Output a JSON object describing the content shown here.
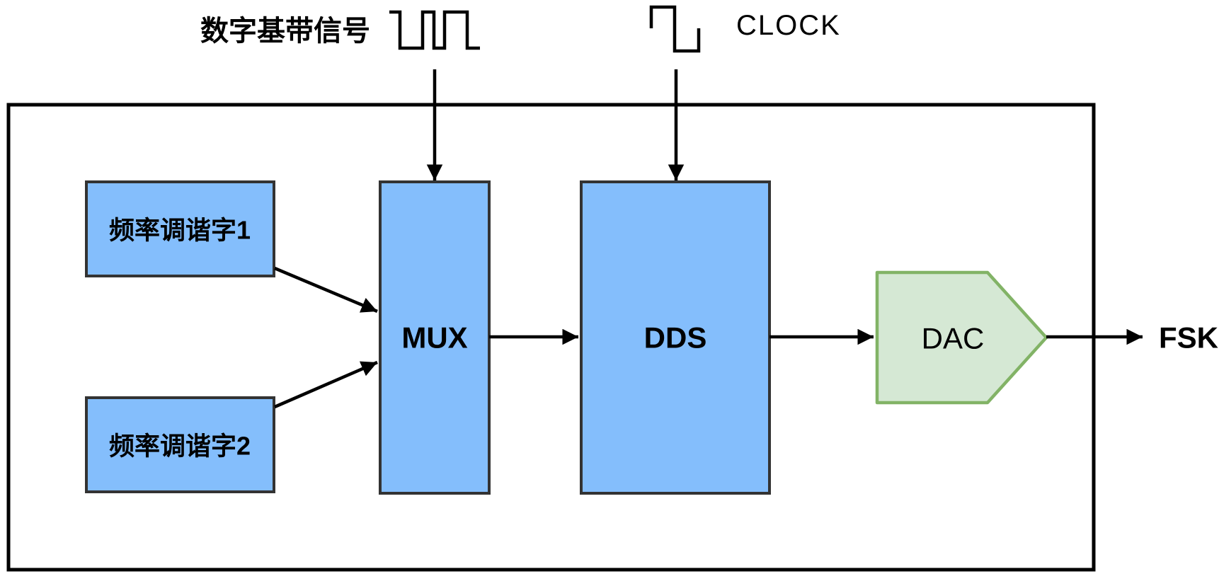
{
  "colors": {
    "background": "#ffffff",
    "block_fill": "#84befc",
    "block_border": "#333333",
    "dac_fill": "#d5e8d4",
    "dac_border": "#82b366",
    "line": "#000000",
    "text": "#000000"
  },
  "inputs": {
    "baseband": {
      "label": "数字基带信号",
      "icon": "square-wave-icon"
    },
    "clock": {
      "label": "CLOCK",
      "icon": "clock-pulse-icon"
    }
  },
  "blocks": {
    "tuning_word_1": {
      "label": "频率调谐字1"
    },
    "tuning_word_2": {
      "label": "频率调谐字2"
    },
    "mux": {
      "label": "MUX"
    },
    "dds": {
      "label": "DDS"
    },
    "dac": {
      "label": "DAC"
    }
  },
  "output": {
    "label": "FSK"
  }
}
